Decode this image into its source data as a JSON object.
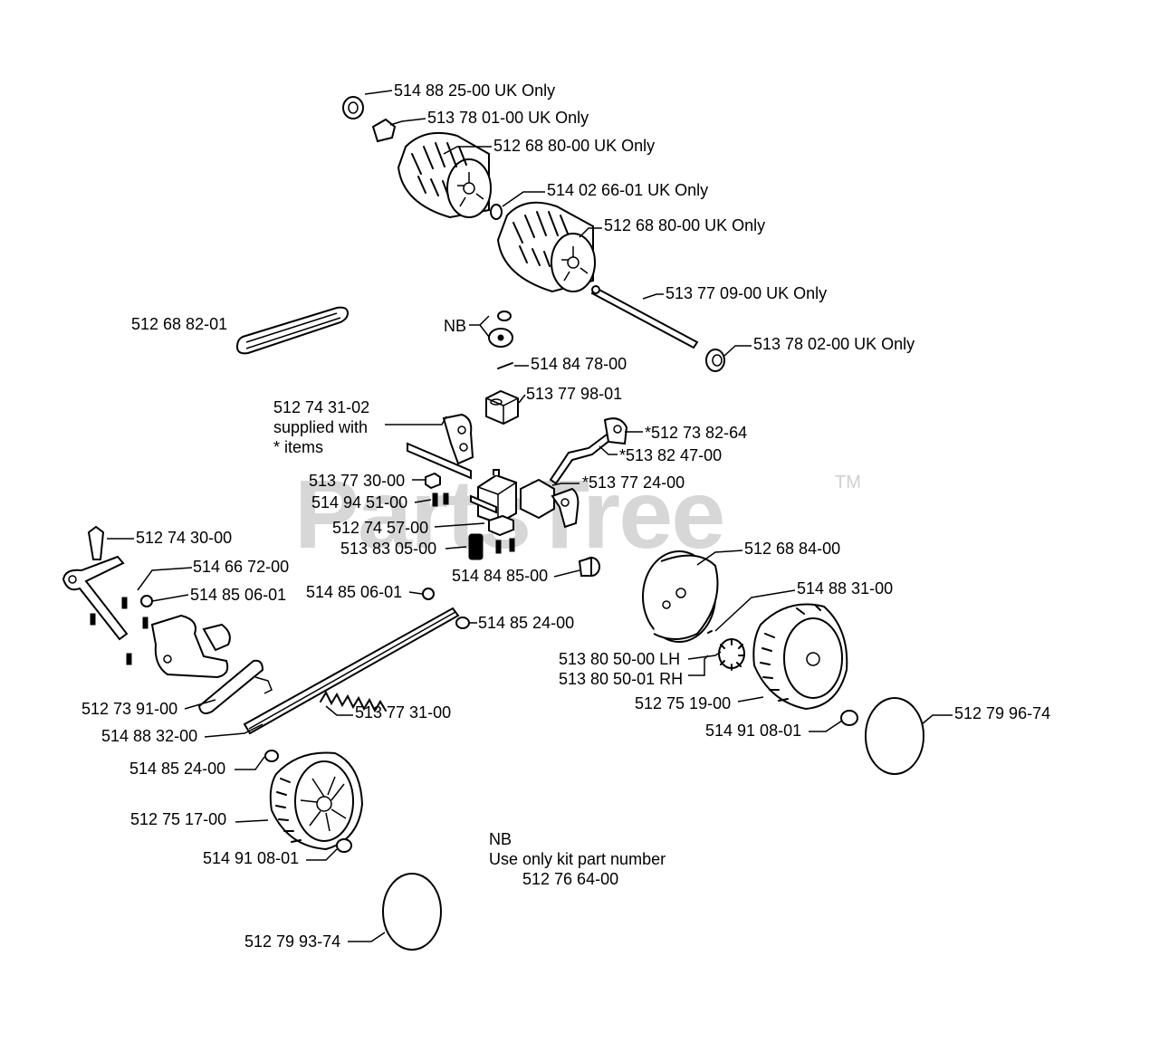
{
  "watermark": {
    "text": "PartsTree",
    "tm": "TM"
  },
  "parts": {
    "p01": "514 88 25-00 UK Only",
    "p02": "513 78 01-00 UK Only",
    "p03": "512 68 80-00 UK Only",
    "p04": "514 02 66-01 UK Only",
    "p05": "512 68 80-00 UK Only",
    "p06": "513 77 09-00 UK Only",
    "p07": "512 68 82-01",
    "p08": "NB",
    "p09": "513 78 02-00 UK Only",
    "p10": "514 84 78-00",
    "p11": "513 77 98-01",
    "p12a": "512 74 31-02",
    "p12b": "supplied with",
    "p12c": "* items",
    "p13": "*512 73 82-64",
    "p14": "*513 82 47-00",
    "p15": "513 77 30-00",
    "p16": "*513 77 24-00",
    "p17": "514 94 51-00",
    "p18": "512 74 57-00",
    "p19": "512 74 30-00",
    "p20": "513 83 05-00",
    "p21": "512 68 84-00",
    "p22": "514 84 85-00",
    "p23": "514 66 72-00",
    "p24": "514 85 06-01",
    "p25": "514 85 06-01",
    "p26": "514 88 31-00",
    "p27": "514 85 24-00",
    "p28": "513 80 50-00 LH",
    "p29": "513 80 50-01 RH",
    "p30": "512 73 91-00",
    "p31": "512 75 19-00",
    "p32": "513 77 31-00",
    "p33": "512 79 96-74",
    "p34": "514 88 32-00",
    "p35": "514 91 08-01",
    "p36": "514 85 24-00",
    "p37": "512 75 17-00",
    "p38": "514 91 08-01",
    "p39": "512 79 93-74"
  },
  "note": {
    "line1": "NB",
    "line2": "Use only kit part number",
    "line3": "512 76 64-00"
  }
}
